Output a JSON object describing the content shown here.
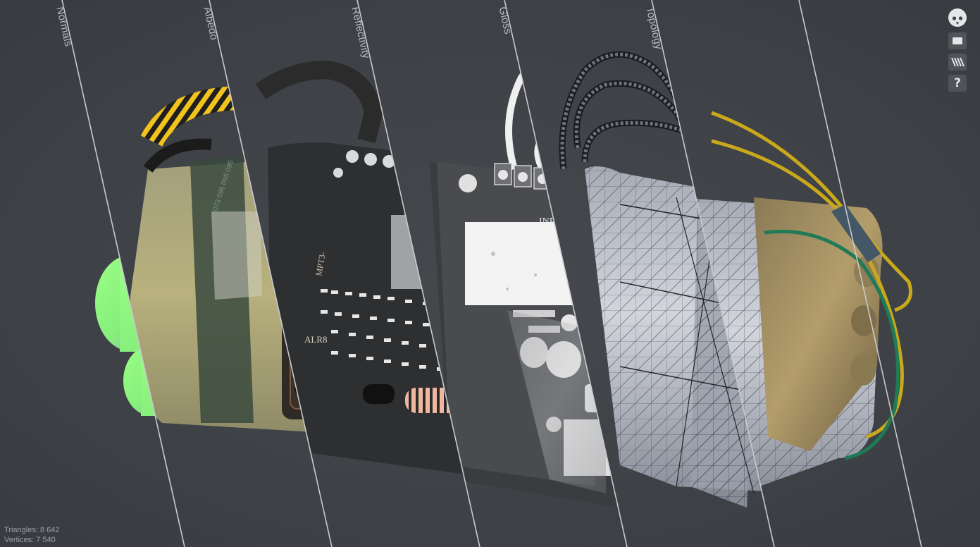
{
  "viewer": {
    "split_labels": [
      "Normals",
      "Albedo",
      "Reflectivity",
      "Gloss",
      "Topology"
    ],
    "stats": {
      "triangles": "Triangles: 8 642",
      "vertices": "Vertices: 7 540"
    },
    "pcb_labels": {
      "input": "INPUT",
      "alr8": "ALR8",
      "mpt": "MPT3-",
      "serial": "073 095 095 095"
    }
  },
  "toolbar": {
    "buttons": [
      {
        "icon": "logo-icon"
      },
      {
        "icon": "screen-icon"
      },
      {
        "icon": "stripes-icon"
      },
      {
        "icon": "help-icon",
        "label": "?"
      }
    ]
  },
  "colors": {
    "background": "#3e4146",
    "split_line": "#c8cacd",
    "normals_green": "#8cf07a",
    "pcb_dark": "#2b2b2d",
    "hazard_yellow": "#f2c21d",
    "wire_yellow": "#c9a81c",
    "wire_green": "#1f7a55"
  }
}
